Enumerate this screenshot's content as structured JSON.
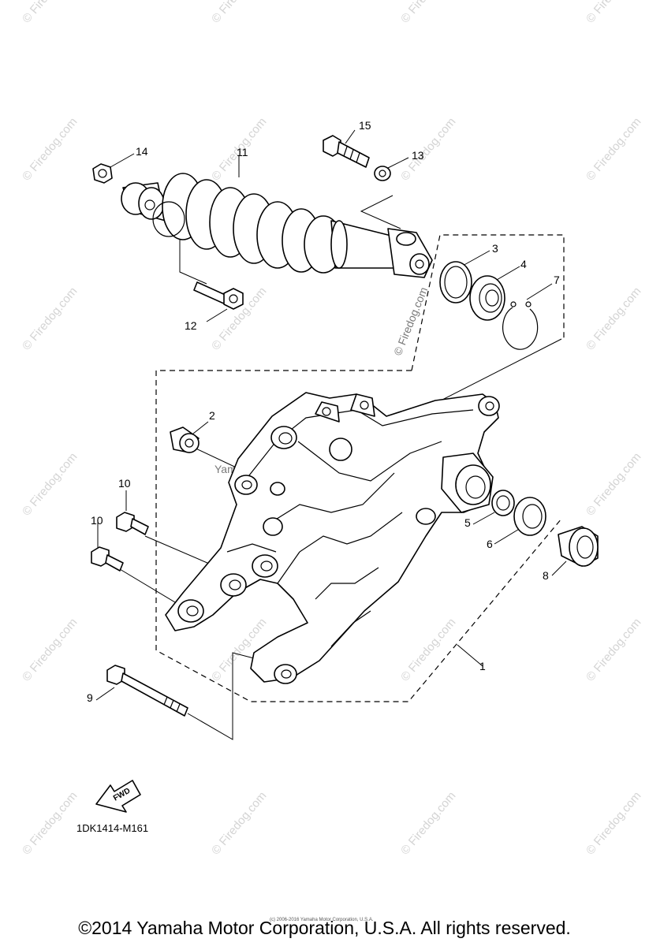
{
  "watermark": "© Firedog.com",
  "inline_watermark": "© Firedog.com",
  "inline_watermark_2": "Yamaha Motor Corp. U.S.A.",
  "callouts": {
    "c1": "1",
    "c2": "2",
    "c3": "3",
    "c4": "4",
    "c5": "5",
    "c6": "6",
    "c7": "7",
    "c8": "8",
    "c9": "9",
    "c10a": "10",
    "c10b": "10",
    "c11": "11",
    "c12": "12",
    "c13": "13",
    "c14": "14",
    "c15": "15"
  },
  "fwd_label": "FWD",
  "diagram_code": "1DK1414-M161",
  "fine_print": "(c) 2006-2016 Yamaha Motor Corporation, U.S.A.",
  "copyright": "©2014 Yamaha Motor Corporation, U.S.A. All rights reserved."
}
